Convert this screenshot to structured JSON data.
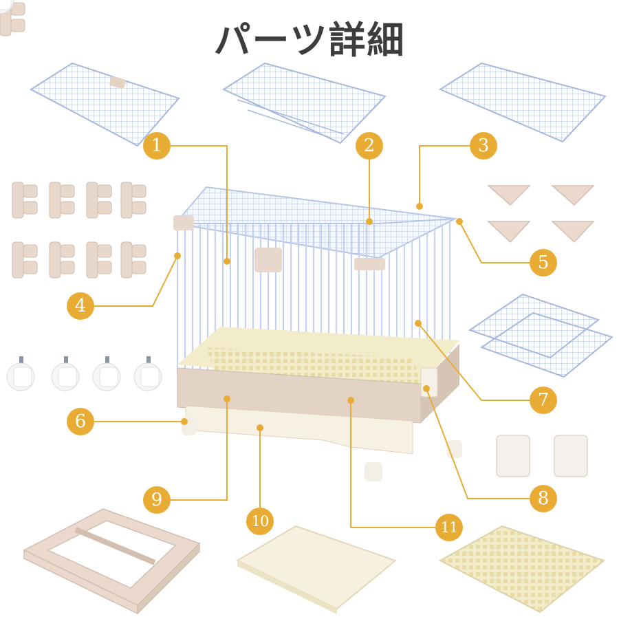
{
  "title": "パーツ詳細",
  "accent_color": "#e8ac35",
  "cage_colors": {
    "base": "#e2d3c4",
    "wire": "#c9d6ee",
    "tray": "#f3ecc8",
    "drawer": "#f6f0e2"
  },
  "parts": [
    {
      "number": "1",
      "name": "top-door-panel"
    },
    {
      "number": "2",
      "name": "front-panel"
    },
    {
      "number": "3",
      "name": "top-panel"
    },
    {
      "number": "4",
      "name": "connector-clips"
    },
    {
      "number": "5",
      "name": "corner-caps"
    },
    {
      "number": "6",
      "name": "caster-wheels"
    },
    {
      "number": "7",
      "name": "side-panels"
    },
    {
      "number": "8",
      "name": "side-latch-covers"
    },
    {
      "number": "9",
      "name": "base-frame"
    },
    {
      "number": "10",
      "name": "drawer-tray"
    },
    {
      "number": "11",
      "name": "floor-grid"
    }
  ]
}
